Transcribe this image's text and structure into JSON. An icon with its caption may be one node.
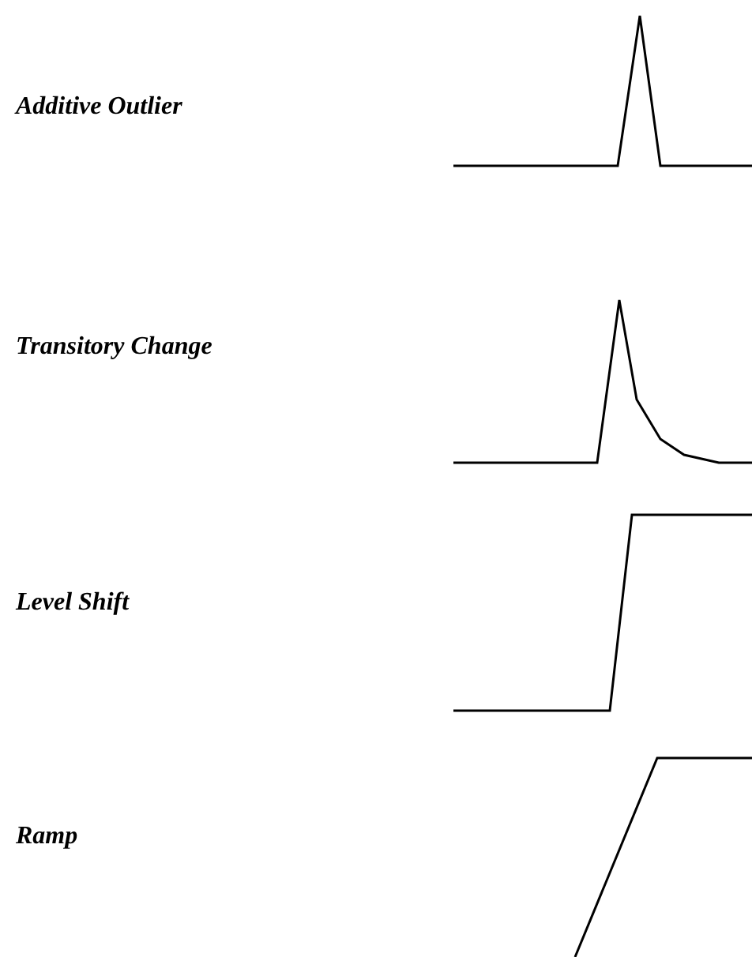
{
  "diagram": {
    "labels": [
      "Additive Outlier",
      "Transitory Change",
      "Level Shift",
      "Ramp"
    ]
  }
}
